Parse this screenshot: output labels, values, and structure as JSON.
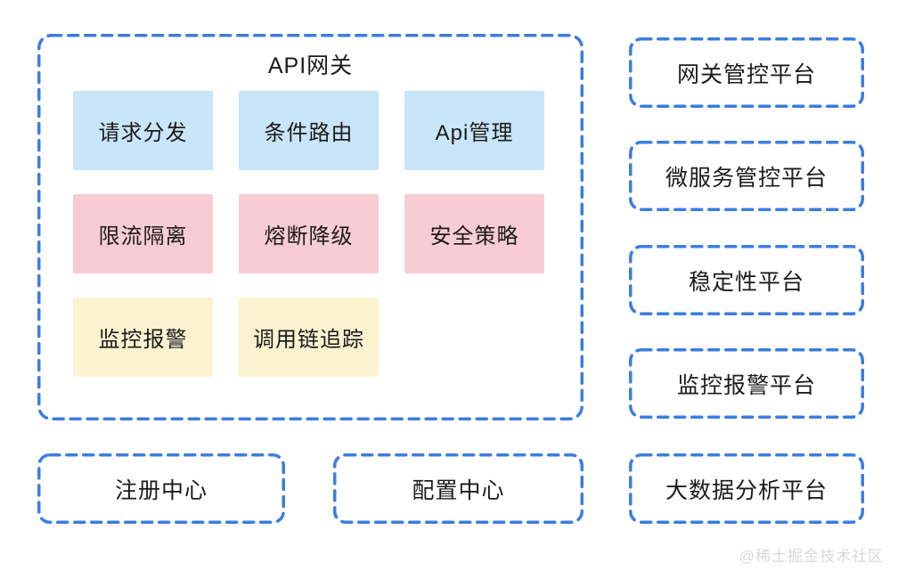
{
  "colors": {
    "border": "#3b7de0",
    "blue_fill": "#c9e5f8",
    "pink_fill": "#f8ccd4",
    "yellow_fill": "#fbf3d0",
    "text": "#1b1b1b",
    "watermark": "#d9d9d9"
  },
  "gateway": {
    "title": "API网关",
    "rows": [
      {
        "category": "routing",
        "items": [
          "请求分发",
          "条件路由",
          "Api管理"
        ]
      },
      {
        "category": "protection",
        "items": [
          "限流隔离",
          "熔断降级",
          "安全策略"
        ]
      },
      {
        "category": "observability",
        "items": [
          "监控报警",
          "调用链追踪"
        ]
      }
    ]
  },
  "support_boxes": [
    {
      "label": "注册中心"
    },
    {
      "label": "配置中心"
    }
  ],
  "platform_boxes": [
    {
      "label": "网关管控平台"
    },
    {
      "label": "微服务管控平台"
    },
    {
      "label": "稳定性平台"
    },
    {
      "label": "监控报警平台"
    },
    {
      "label": "大数据分析平台"
    }
  ],
  "watermark": "@稀土掘金技术社区"
}
